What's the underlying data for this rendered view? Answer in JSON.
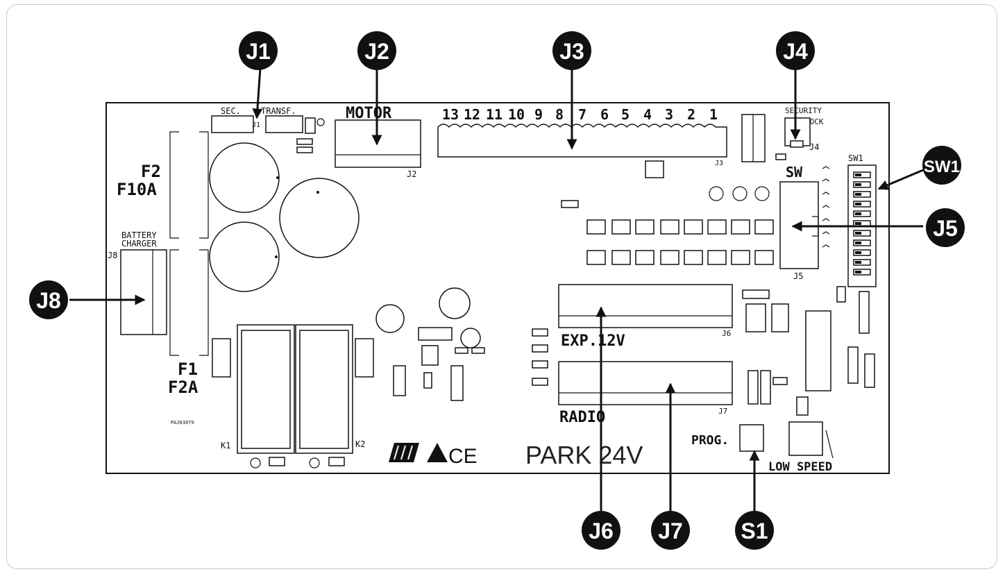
{
  "callouts": {
    "j1": "J1",
    "j2": "J2",
    "j3": "J3",
    "j4": "J4",
    "j5": "J5",
    "j6": "J6",
    "j7": "J7",
    "j8": "J8",
    "sw1": "SW1",
    "s1": "S1"
  },
  "board": {
    "sec": "SEC.",
    "transf": "TRANSF.",
    "j1_small": "J1",
    "motor": "MOTOR",
    "j2_small": "J2",
    "terminal_numbers": [
      "13",
      "12",
      "11",
      "10",
      "9",
      "8",
      "7",
      "6",
      "5",
      "4",
      "3",
      "2",
      "1"
    ],
    "j3_small": "J3",
    "security_lock_1": "SECURITY",
    "security_lock_2": "LOCK",
    "j4_small": "J4",
    "sw": "SW",
    "sw1_small": "SW1",
    "j5_small": "J5",
    "f2": "F2",
    "f10a": "F10A",
    "battery_1": "BATTERY",
    "battery_2": "CHARGER",
    "j8_small": "J8",
    "f1": "F1",
    "f2a": "F2A",
    "exp12v": "EXP.12V",
    "j6_small": "J6",
    "radio": "RADIO",
    "j7_small": "J7",
    "prog": "PROG.",
    "low_speed": "LOW SPEED",
    "k1": "K1",
    "k2": "K2",
    "model": "PARK 24V",
    "ce": "CE",
    "part_code": "PAJ03079"
  }
}
